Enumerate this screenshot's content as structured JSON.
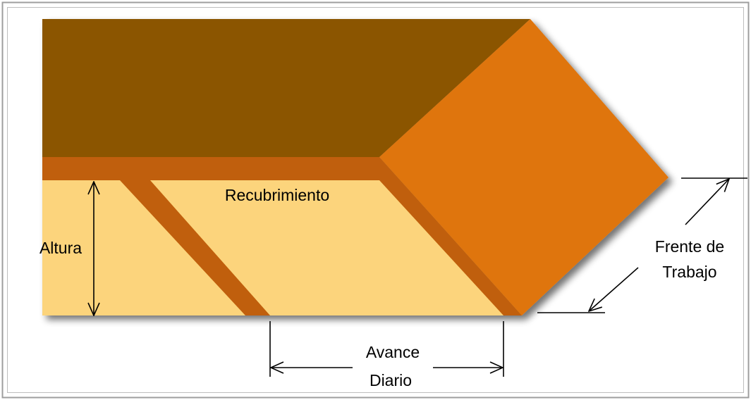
{
  "labels": {
    "recubrimiento": "Recubrimiento",
    "altura": "Altura",
    "frente_line1": "Frente de",
    "frente_line2": "Trabajo",
    "avance_line1": "Avance",
    "avance_line2": "Diario"
  },
  "colors": {
    "overburden": "#8b5503",
    "coal_seam": "#fcd47c",
    "cut_band": "#c05f07",
    "working_face": "#df740d",
    "frame": "#9e9e9e",
    "dimension_line": "#000000"
  }
}
